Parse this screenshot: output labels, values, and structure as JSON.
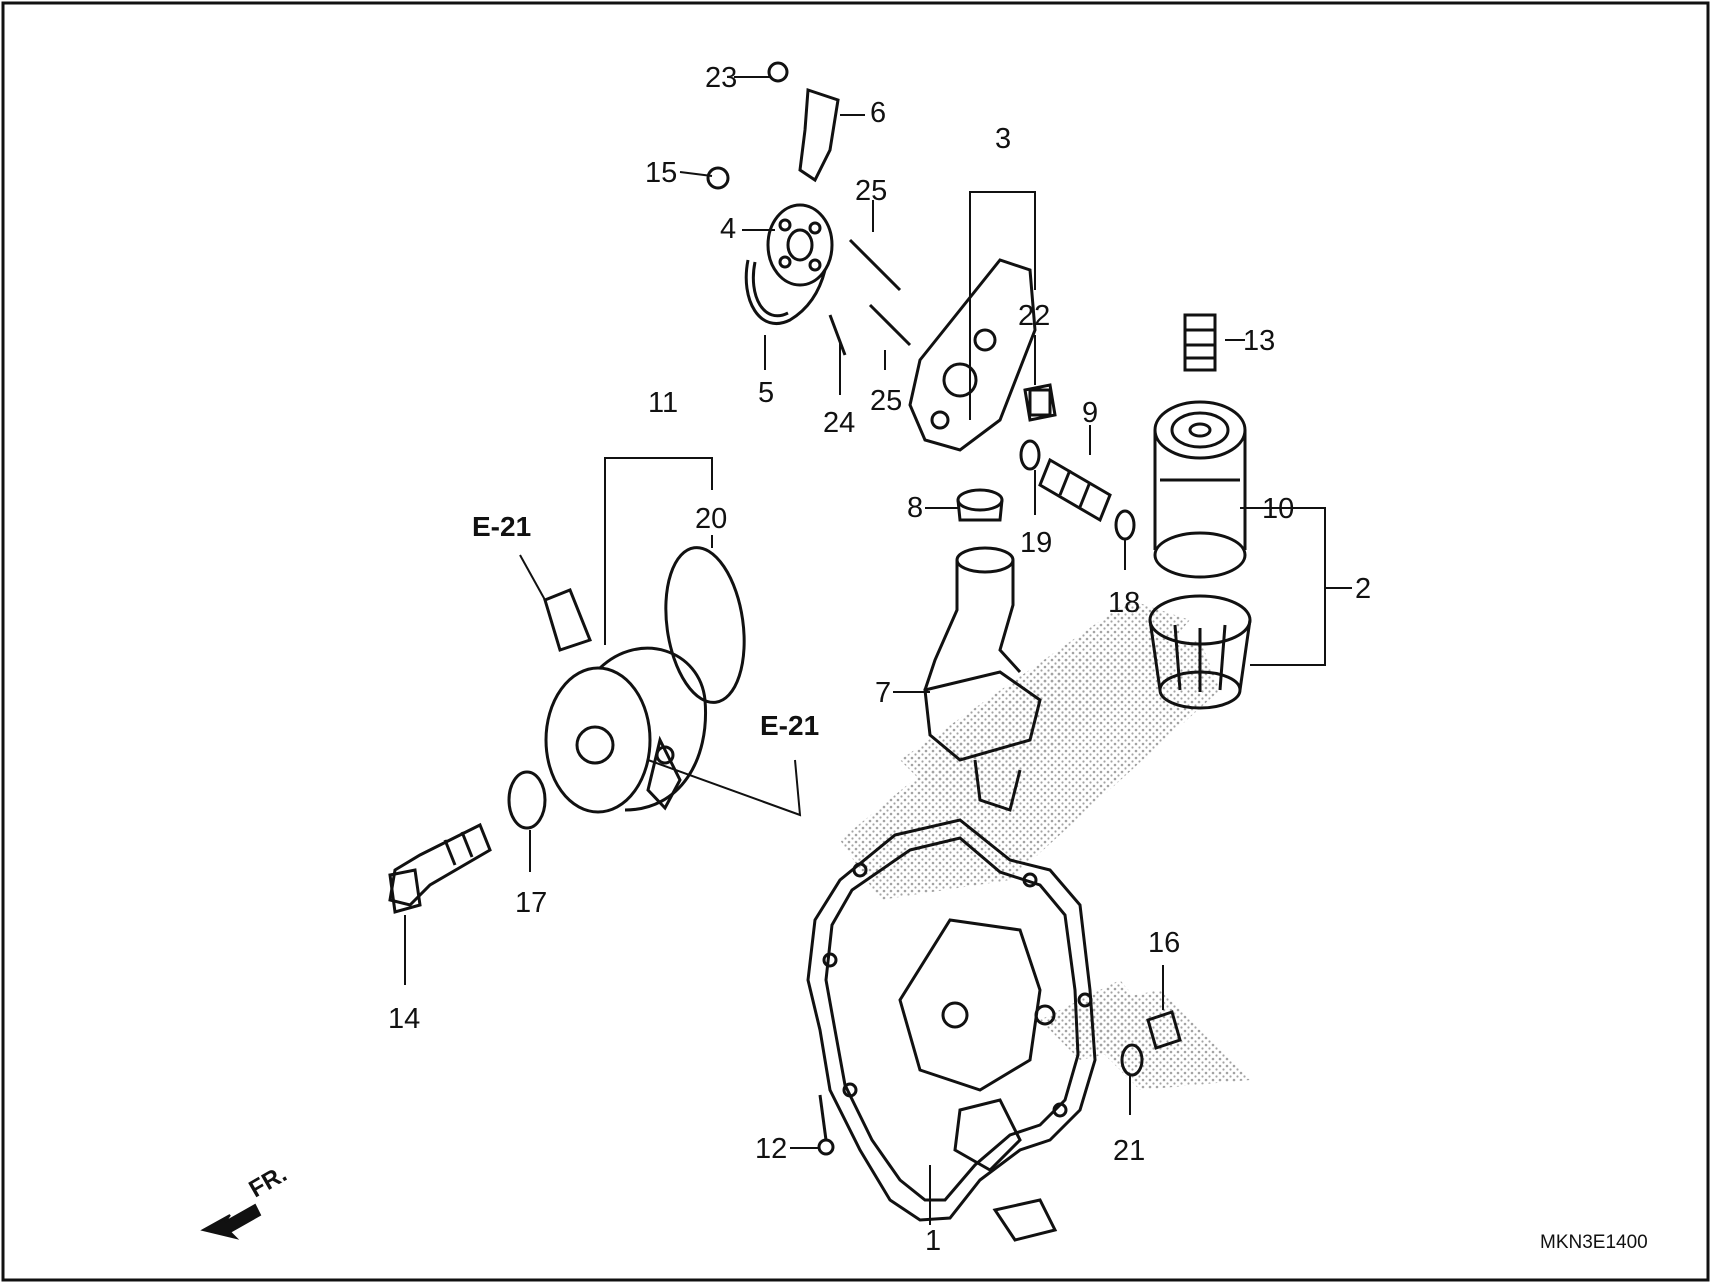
{
  "diagram": {
    "callouts": [
      "1",
      "2",
      "3",
      "4",
      "5",
      "6",
      "7",
      "8",
      "9",
      "10",
      "11",
      "12",
      "13",
      "14",
      "15",
      "16",
      "17",
      "18",
      "19",
      "20",
      "21",
      "22",
      "23",
      "24",
      "25",
      "25"
    ],
    "references": [
      "E-21",
      "E-21"
    ],
    "direction_label": "FR.",
    "diagram_code": "MKN3E1400"
  },
  "colors": {
    "ink": "#111111",
    "dots": "#9a9a9a",
    "background": "#ffffff"
  }
}
